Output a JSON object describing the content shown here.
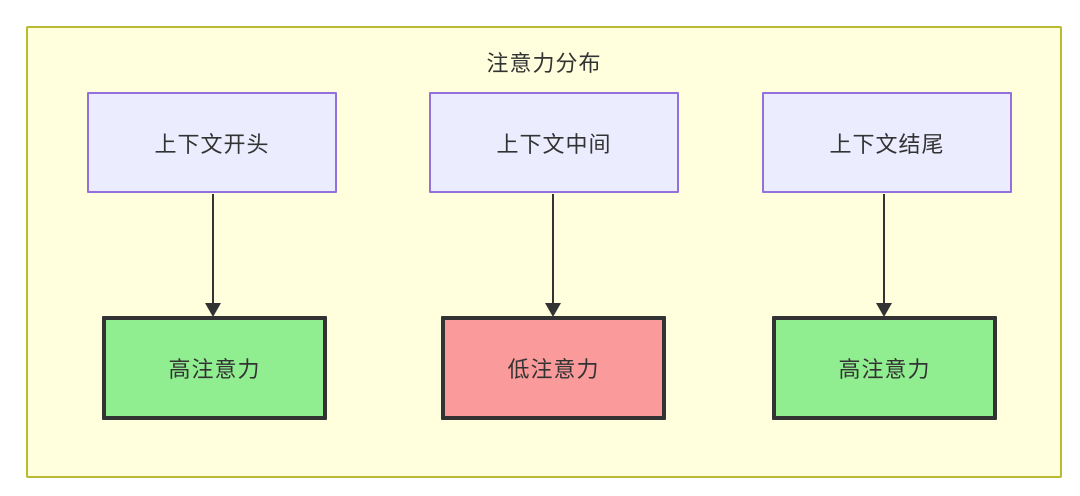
{
  "diagram": {
    "title": "注意力分布",
    "type": "flowchart",
    "background_color": "#ffffde",
    "border_color": "#bbbb33",
    "text_color": "#333333",
    "columns": [
      {
        "id": "col1",
        "source": {
          "label": "上下文开头",
          "fill": "#ececff",
          "stroke": "#9370db"
        },
        "target": {
          "label": "高注意力",
          "fill": "#90ee90",
          "stroke": "#333333",
          "level": "high"
        },
        "edge": {
          "direction": "down",
          "arrowhead": "solid-triangle",
          "label": ""
        }
      },
      {
        "id": "col2",
        "source": {
          "label": "上下文中间",
          "fill": "#ececff",
          "stroke": "#9370db"
        },
        "target": {
          "label": "低注意力",
          "fill": "#fa9a9a",
          "stroke": "#333333",
          "level": "low"
        },
        "edge": {
          "direction": "down",
          "arrowhead": "solid-triangle",
          "label": ""
        }
      },
      {
        "id": "col3",
        "source": {
          "label": "上下文结尾",
          "fill": "#ececff",
          "stroke": "#9370db"
        },
        "target": {
          "label": "高注意力",
          "fill": "#90ee90",
          "stroke": "#333333",
          "level": "high"
        },
        "edge": {
          "direction": "down",
          "arrowhead": "solid-triangle",
          "label": ""
        }
      }
    ]
  }
}
